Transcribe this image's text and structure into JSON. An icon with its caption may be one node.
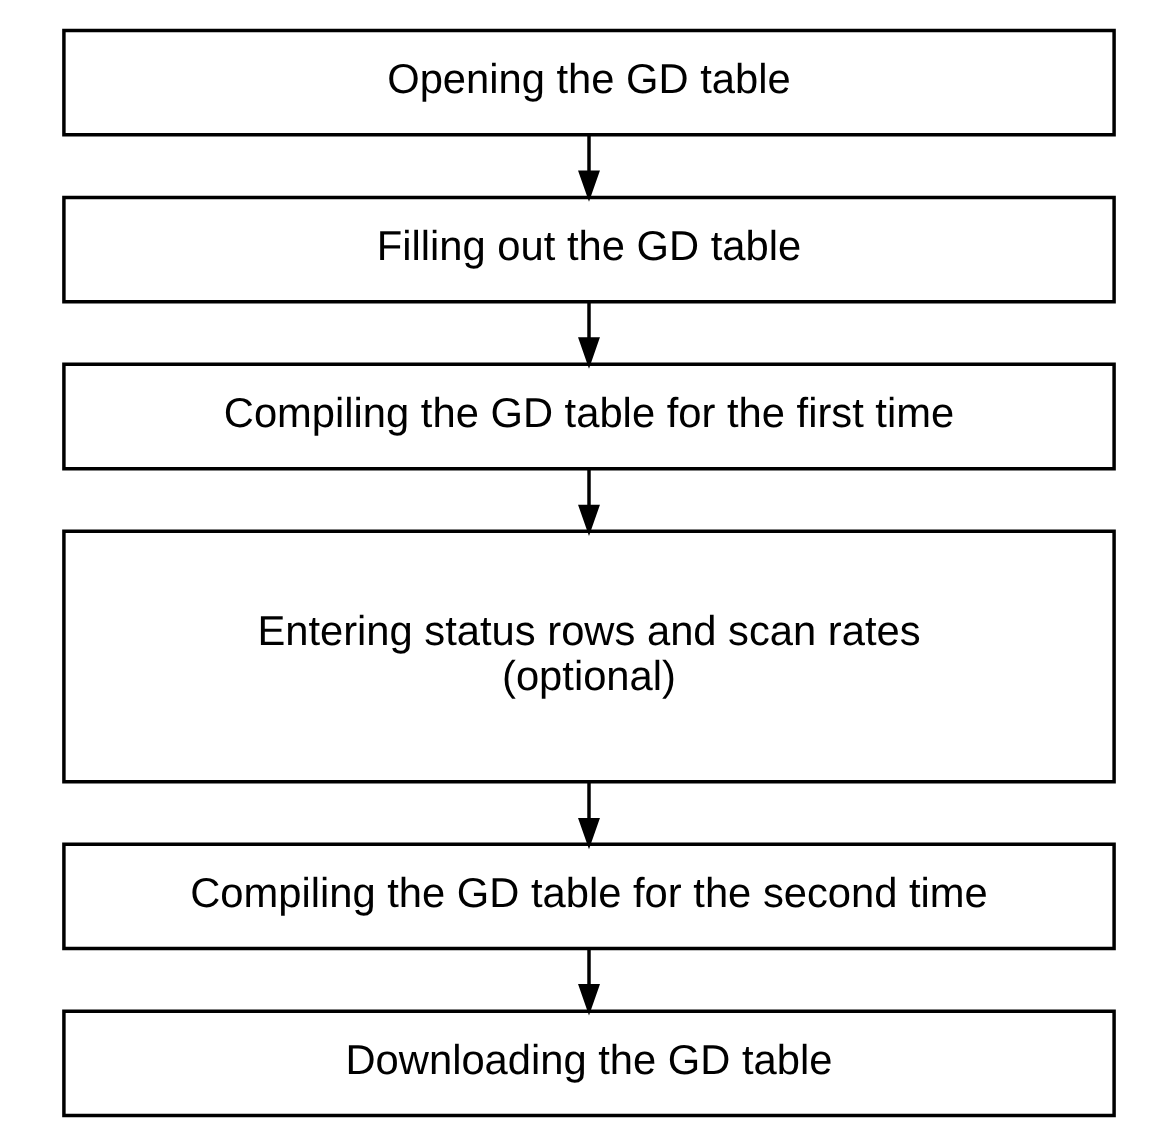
{
  "diagram": {
    "nodes": [
      {
        "text": [
          "Opening the GD table"
        ]
      },
      {
        "text": [
          "Filling out the GD table"
        ]
      },
      {
        "text": [
          "Compiling the GD table for the first time"
        ]
      },
      {
        "text": [
          "Entering status rows and scan rates (optional)"
        ]
      },
      {
        "text": [
          "Compiling the GD table for the second time"
        ]
      },
      {
        "text": [
          "Downloading the GD table"
        ]
      }
    ],
    "edges": [
      {
        "from": 0,
        "to": 1,
        "arrow": "to"
      },
      {
        "from": 1,
        "to": 2,
        "arrow": "to"
      },
      {
        "from": 2,
        "to": 3,
        "arrow": "to"
      },
      {
        "from": 3,
        "to": 4,
        "arrow": "to"
      },
      {
        "from": 4,
        "to": 5,
        "arrow": "to"
      }
    ]
  }
}
